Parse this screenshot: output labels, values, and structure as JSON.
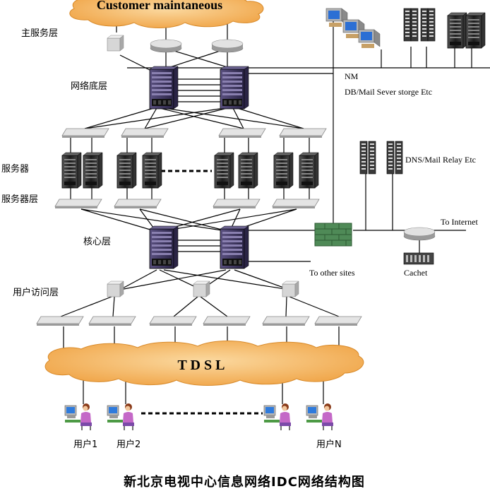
{
  "title": "新北京电视中心信息网络IDC网络结构图",
  "clouds": {
    "top": "Customer maintaneous",
    "bottom": "T D S L"
  },
  "layers": {
    "main_service": "主服务层",
    "network_base": "网络底层",
    "servers": "服务器",
    "server_layer": "服务器层",
    "core": "核心层",
    "user_access": "用户访问层"
  },
  "annotations": {
    "nm": "NM",
    "db_mail": "DB/Mail Sever storge Etc",
    "dns_mail": "DNS/Mail Relay Etc",
    "to_internet": "To Internet",
    "to_other_sites": "To other sites",
    "cachet": "Cachet"
  },
  "users": [
    "用户1",
    "用户2",
    "用户N"
  ],
  "colors": {
    "cloud": "#f3b258",
    "router": "#3d3560",
    "server": "#2b2b2b",
    "switch_top": "#d8d8d8",
    "firewall": "#4f8a57"
  }
}
